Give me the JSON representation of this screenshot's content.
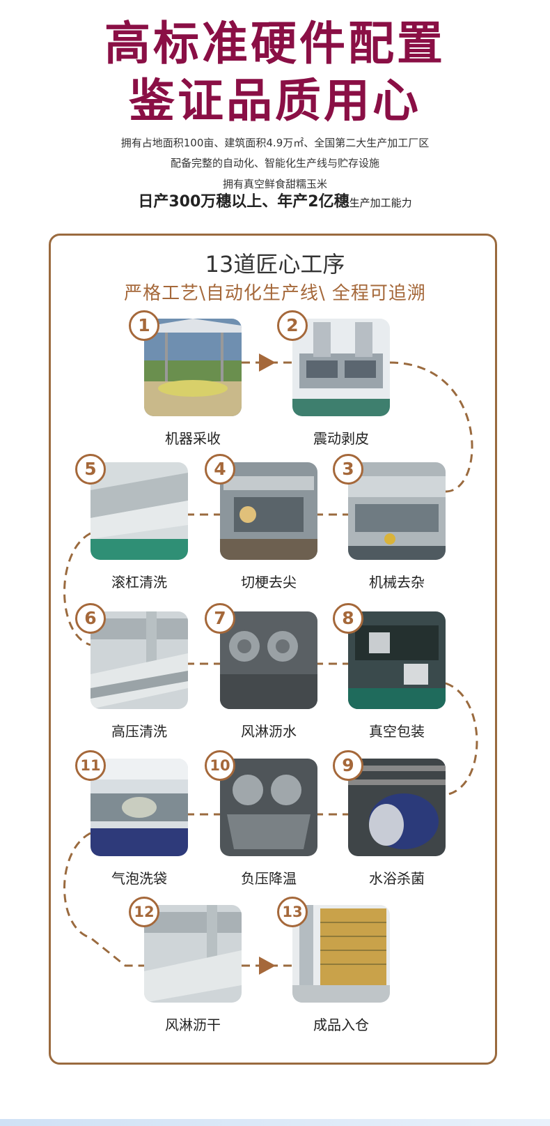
{
  "header": {
    "headline_1": "高标准硬件配置",
    "headline_2": "鉴证品质用心",
    "desc_1": "拥有占地面积100亩、建筑面积4.9万㎡、全国第二大生产加工厂区",
    "desc_2": "配备完整的自动化、智能化生产线与贮存设施",
    "desc_3": "拥有真空鲜食甜糯玉米",
    "capacity_bold": "日产300万穗以上、年产2亿穗",
    "capacity_small": "生产加工能力"
  },
  "process": {
    "title": "13道匠心工序",
    "subtitle": "严格工艺\\自动化生产线\\ 全程可追溯",
    "steps": [
      {
        "number": "1",
        "label": "机器采收"
      },
      {
        "number": "2",
        "label": "震动剥皮"
      },
      {
        "number": "3",
        "label": "机械去杂"
      },
      {
        "number": "4",
        "label": "切梗去尖"
      },
      {
        "number": "5",
        "label": "滚杠清洗"
      },
      {
        "number": "6",
        "label": "高压清洗"
      },
      {
        "number": "7",
        "label": "风淋沥水"
      },
      {
        "number": "8",
        "label": "真空包装"
      },
      {
        "number": "9",
        "label": "水浴杀菌"
      },
      {
        "number": "10",
        "label": "负压降温"
      },
      {
        "number": "11",
        "label": "气泡洗袋"
      },
      {
        "number": "12",
        "label": "风淋沥干"
      },
      {
        "number": "13",
        "label": "成品入仓"
      }
    ]
  },
  "colors": {
    "headline": "#8a0f45",
    "accent": "#a5683a",
    "border": "#9a6a3e"
  }
}
